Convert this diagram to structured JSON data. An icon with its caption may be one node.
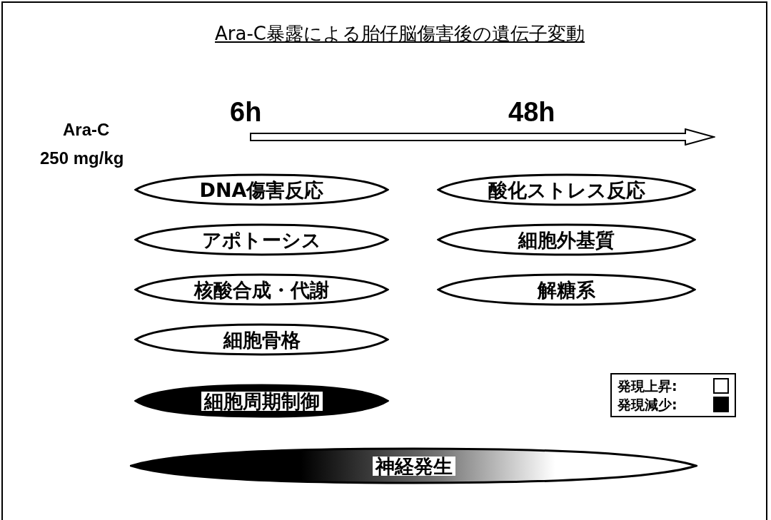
{
  "diagram": {
    "title": "Ara-C暴露による胎仔脳傷害後の遺伝子変動",
    "nodes": [
      {
        "text": [
          "DNA傷害反応"
        ]
      },
      {
        "text": [
          "アポトーシス"
        ]
      },
      {
        "text": [
          "核酸合成・代謝"
        ]
      },
      {
        "text": [
          "細胞骨格"
        ]
      },
      {
        "text": [
          "細胞周期制御"
        ]
      },
      {
        "text": [
          "神経発生"
        ]
      },
      {
        "text": [
          "酸化ストレス反応"
        ]
      },
      {
        "text": [
          "細胞外基質"
        ]
      },
      {
        "text": [
          "解糖系"
        ]
      }
    ],
    "labels": [
      "Ara-C",
      "250 mg/kg",
      "6h",
      "48h"
    ],
    "legend": [
      {
        "text": "発現上昇:",
        "color": "#ffffff"
      },
      {
        "text": "発現減少:",
        "color": "#000000"
      }
    ]
  }
}
